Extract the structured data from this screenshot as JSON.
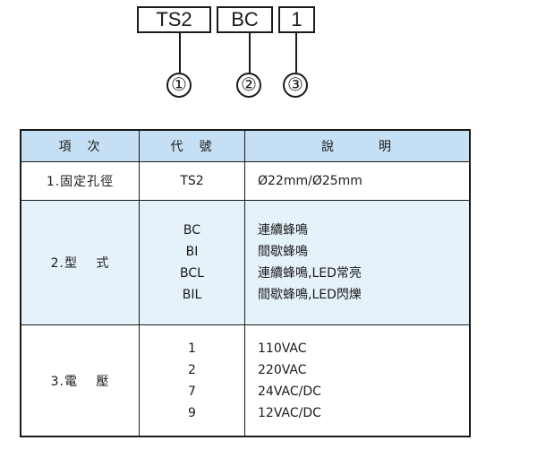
{
  "ordering_code": {
    "boxes": [
      "TS2",
      "BC",
      "1"
    ],
    "markers": [
      "①",
      "②",
      "③"
    ]
  },
  "table": {
    "headers": [
      "項　次",
      "代　號",
      "說　　　明"
    ],
    "rows": [
      {
        "item": "1.固定孔徑",
        "codes": [
          "TS2"
        ],
        "descriptions": [
          "Ø22mm/Ø25mm"
        ]
      },
      {
        "item": "2.型　 式",
        "codes": [
          "BC",
          "BI",
          "BCL",
          "BIL"
        ],
        "descriptions": [
          "連續蜂鳴",
          "間歇蜂鳴",
          "連續蜂鳴,LED常亮",
          "間歇蜂鳴,LED閃爍"
        ]
      },
      {
        "item": "3.電　 壓",
        "codes": [
          "1",
          "2",
          "7",
          "9"
        ],
        "descriptions": [
          "110VAC",
          "220VAC",
          "24VAC/DC",
          "12VAC/DC"
        ]
      }
    ]
  },
  "colors": {
    "header_bg": "#c5e0f4",
    "stripe_bg": "#e6f2fa",
    "border": "#1a1a1a"
  }
}
